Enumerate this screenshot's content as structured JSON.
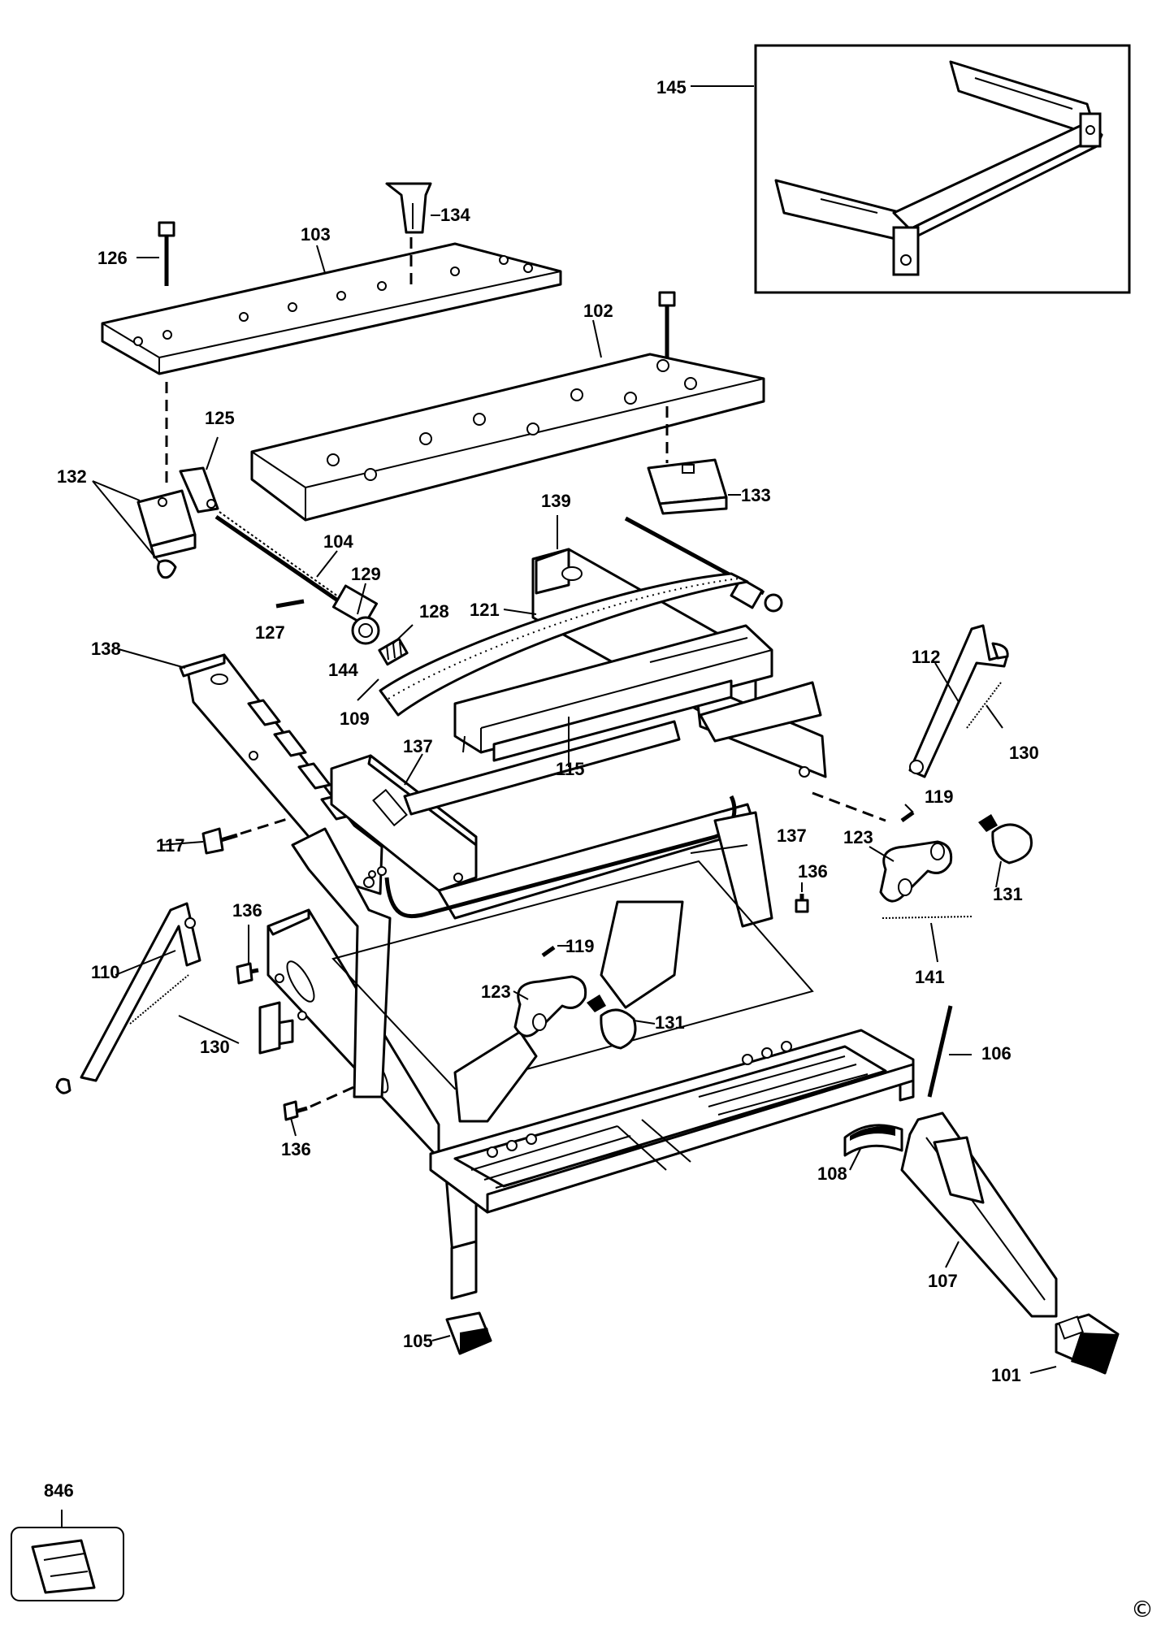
{
  "labels": {
    "l101": "101",
    "l102": "102",
    "l103": "103",
    "l104": "104",
    "l105": "105",
    "l106": "106",
    "l107": "107",
    "l108": "108",
    "l109": "109",
    "l110": "110",
    "l112": "112",
    "l115": "115",
    "l117": "117",
    "l119a": "119",
    "l119b": "119",
    "l121": "121",
    "l123a": "123",
    "l123b": "123",
    "l125": "125",
    "l126": "126",
    "l127": "127",
    "l128": "128",
    "l129": "129",
    "l130a": "130",
    "l130b": "130",
    "l131a": "131",
    "l131b": "131",
    "l132": "132",
    "l133": "133",
    "l134": "134",
    "l136a": "136",
    "l136b": "136",
    "l136c": "136",
    "l137a": "137",
    "l137b": "137",
    "l138": "138",
    "l139": "139",
    "l141": "141",
    "l144": "144",
    "l145": "145",
    "l846": "846"
  },
  "copyright": "©"
}
